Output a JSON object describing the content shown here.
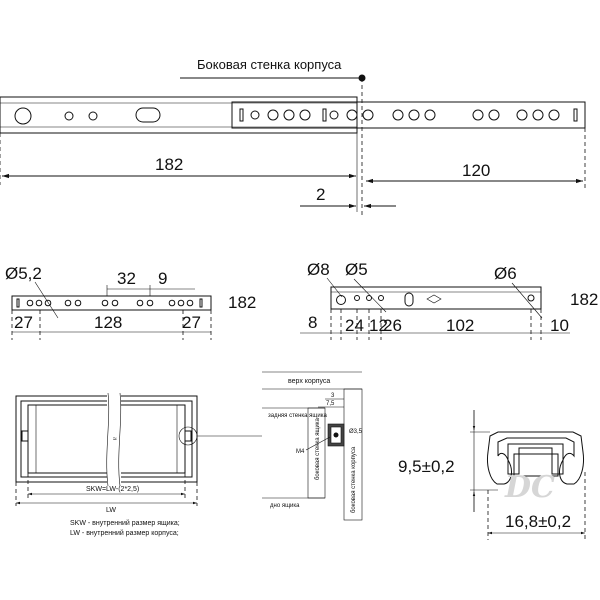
{
  "side_wall_label": "Боковая стенка корпуса",
  "top_rail": {
    "dim_total": "182",
    "dim_extension": "120",
    "dim_offset": "2"
  },
  "left_rail": {
    "hole_dia": "Ø5,2",
    "dim_32": "32",
    "dim_9": "9",
    "dim_27_left": "27",
    "dim_128": "128",
    "dim_27_right": "27",
    "length": "182"
  },
  "right_rail": {
    "hole_8": "Ø8",
    "hole_5": "Ø5",
    "hole_6": "Ø6",
    "dim_8": "8",
    "dim_24": "24",
    "dim_12": "12",
    "dim_26": "26",
    "dim_102": "102",
    "dim_10": "10",
    "length": "182"
  },
  "drawer_view": {
    "skw_formula": "SKW=LW-(2*2,5)",
    "lw": "LW",
    "legend_skw": "SKW - внутренний размер ящика;",
    "legend_lw": "LW - внутренний размер корпуса;"
  },
  "section_view": {
    "top_label": "верх корпуса",
    "back_wall": "задняя стенка ящика",
    "drawer_side": "боковая стенка ящика",
    "cabinet_side": "боковая стенка корпуса",
    "bottom": "дно ящика",
    "dim_3": "3",
    "dim_7_5": "7,5",
    "dim_3_5": "Ø3,5",
    "screw": "M4"
  },
  "profile": {
    "height": "9,5±0,2",
    "width": "16,8±0,2"
  },
  "watermark": "DC"
}
